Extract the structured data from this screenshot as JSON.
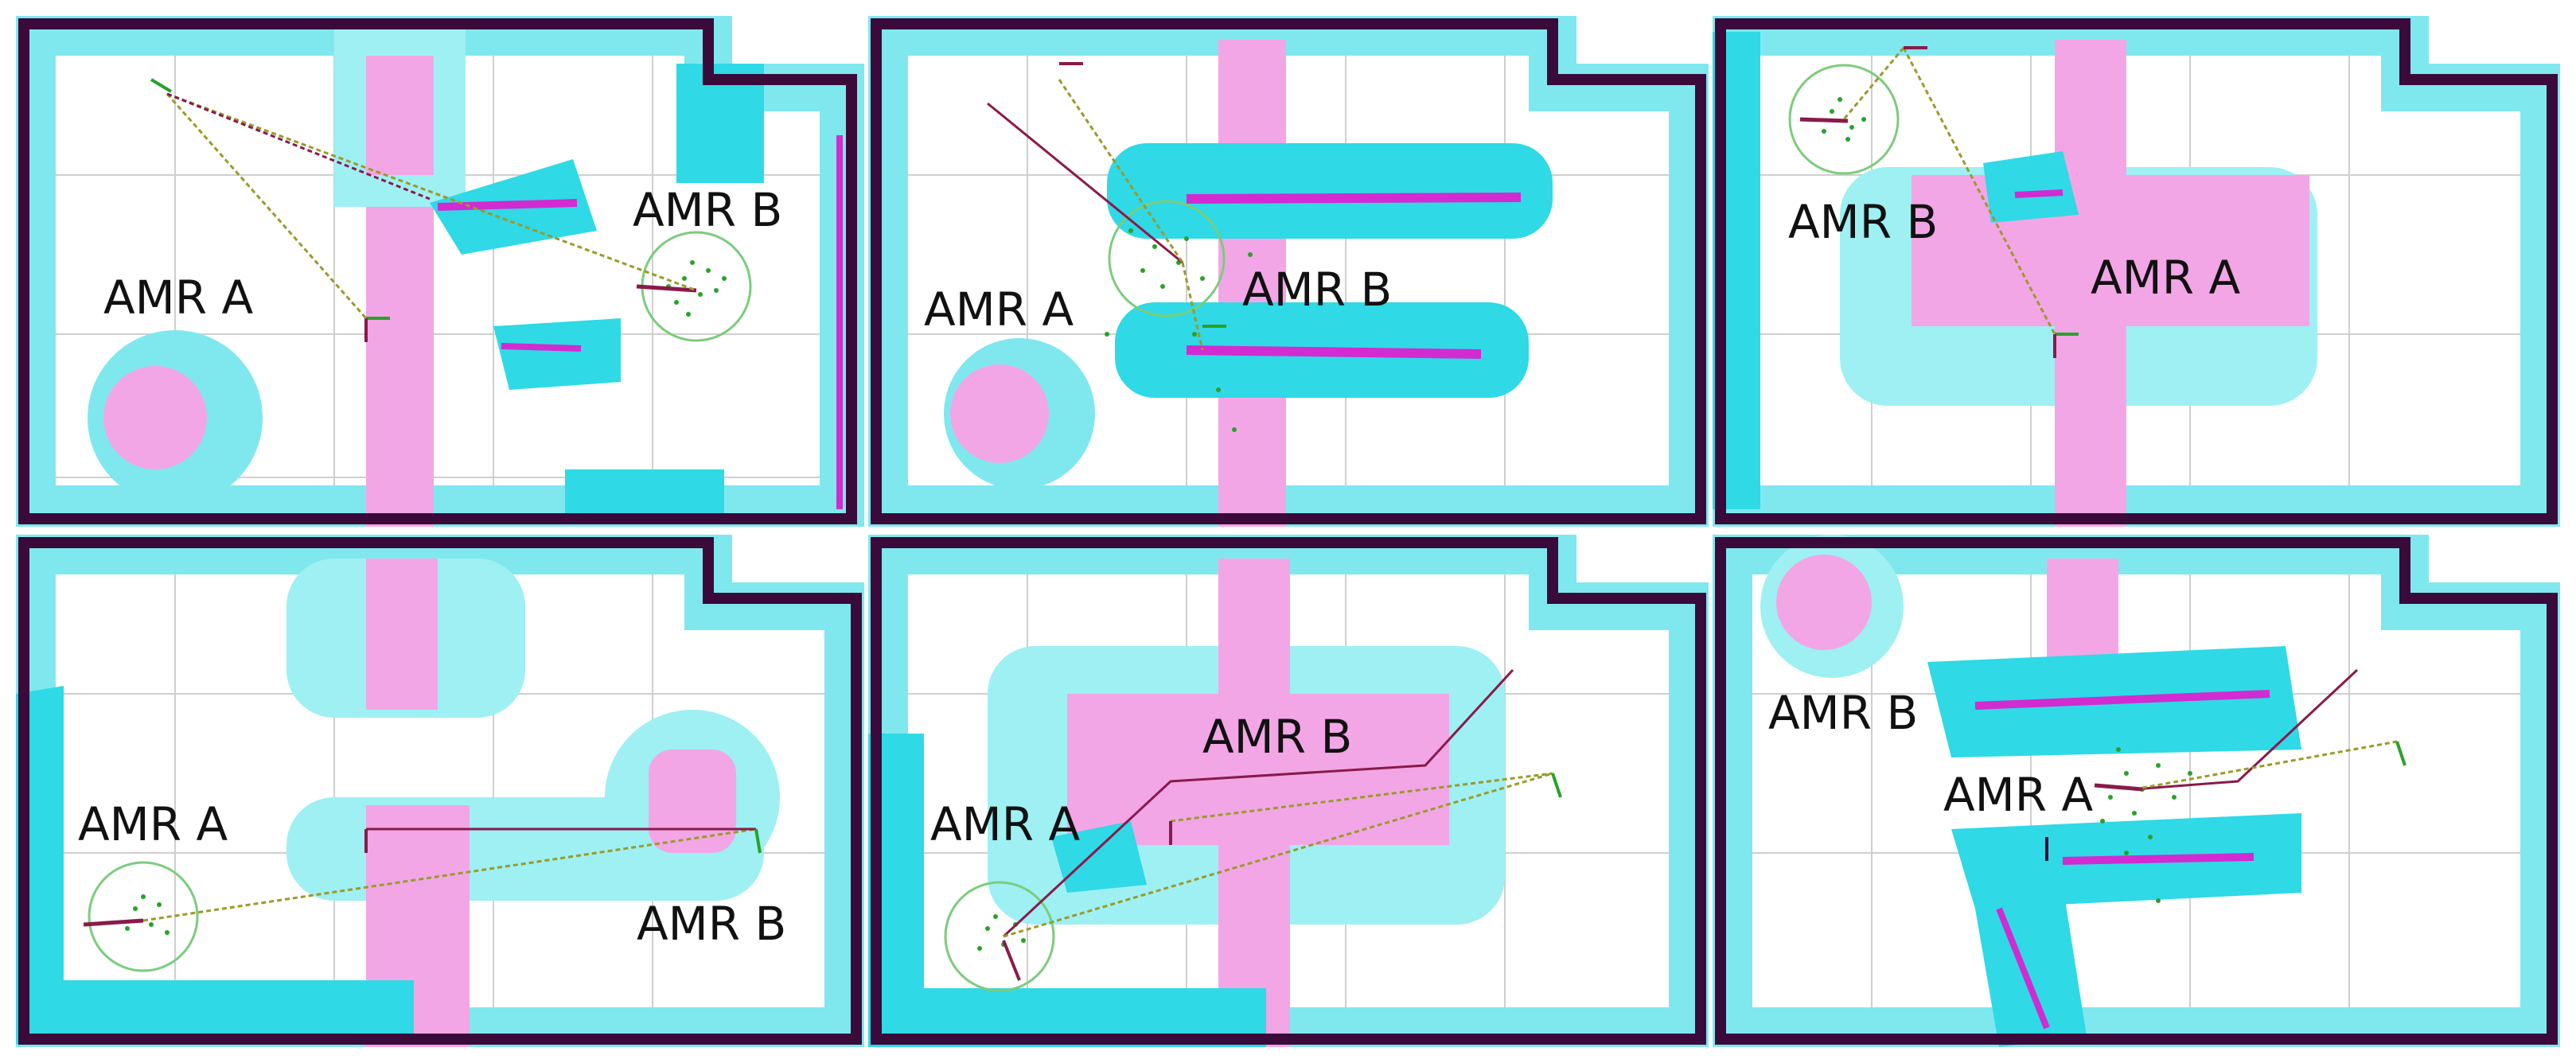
{
  "panels": [
    {
      "id": "p1",
      "labels": {
        "a": "AMR A",
        "b": "AMR B"
      }
    },
    {
      "id": "p2",
      "labels": {
        "a": "AMR A",
        "b": "AMR B"
      }
    },
    {
      "id": "p3",
      "labels": {
        "a": "AMR A",
        "b": "AMR B"
      }
    },
    {
      "id": "p4",
      "labels": {
        "a": "AMR A",
        "b": "AMR B"
      }
    },
    {
      "id": "p5",
      "labels": {
        "a": "AMR A",
        "b": "AMR B"
      }
    },
    {
      "id": "p6",
      "labels": {
        "a": "AMR A",
        "b": "AMR B"
      }
    }
  ],
  "colors": {
    "wall": "#3a0a3a",
    "costmap_inflation": "#7fe8ee",
    "costmap_inscribed": "#2fd9e6",
    "obstacle": "#f2a6e6",
    "obstacle_edge": "#d12bd1",
    "particles": "#2aa12a",
    "plan_global": "#9a9a2a",
    "plan_local": "#8a1a4a",
    "grid": "#c8c8c8"
  }
}
